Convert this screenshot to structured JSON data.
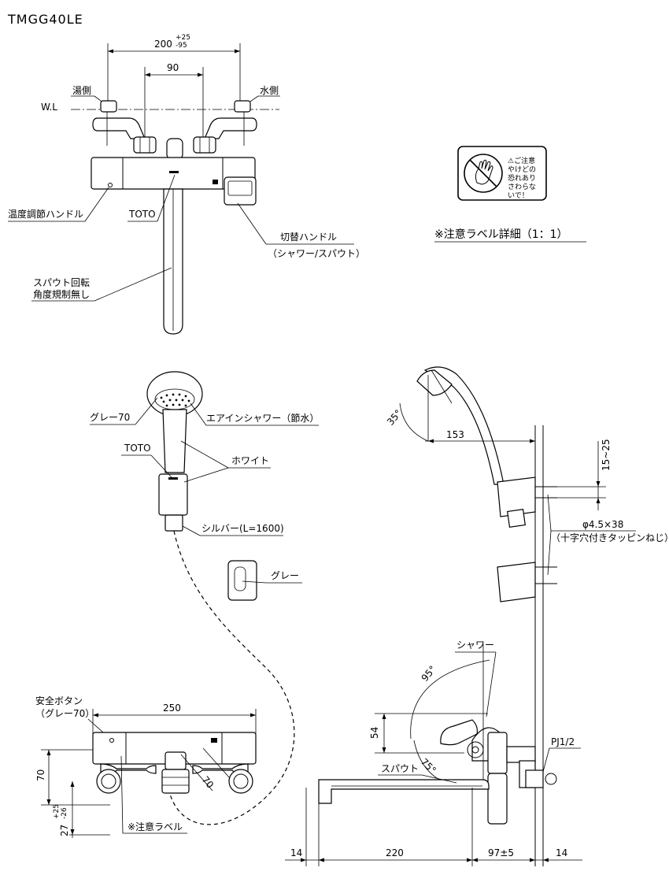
{
  "model": "TMGG40LE",
  "top_view": {
    "dim_200": "200",
    "dim_200_tol_upper": "+25",
    "dim_200_tol_lower": "-95",
    "dim_90": "90",
    "wl": "W.L",
    "hot_side": "湯側",
    "cold_side": "水側",
    "temp_handle": "温度調節ハンドル",
    "brand": "TOTO",
    "switch_handle": "切替ハンドル",
    "switch_handle_sub": "（シャワー/スパウト）",
    "spout_rotation_1": "スパウト回転",
    "spout_rotation_2": "角度規制無し"
  },
  "caution_label": {
    "title": "※注意ラベル詳細（1：1）",
    "warn_1": "⚠ご注意",
    "warn_2": "やけどの",
    "warn_3": "恐れあり",
    "warn_4": "さわらな",
    "warn_5": "いで！"
  },
  "shower_view": {
    "gray70": "グレー70",
    "air_in": "エアインシャワー（節水）",
    "brand": "TOTO",
    "white": "ホワイト",
    "silver": "シルバー(L=1600)",
    "gray": "グレー"
  },
  "side_view": {
    "angle_35": "35°",
    "dim_153": "153",
    "dim_15_25": "15~25",
    "screw_1": "φ4.5×38",
    "screw_2": "（十字穴付きタッピンねじ）",
    "shower": "シャワー",
    "angle_95": "95°",
    "dim_54": "54",
    "angle_75": "75°",
    "spout": "スパウト",
    "pj": "PJ1/2"
  },
  "front_view": {
    "safety_button_1": "安全ボタン",
    "safety_button_2": "（グレー70）",
    "dim_250": "250",
    "dim_70_v": "70",
    "dim_70_d": "70",
    "dim_27": "27",
    "dim_27_tol_upper": "+25",
    "dim_27_tol_lower": "-26",
    "caution_label_ref": "※注意ラベル"
  },
  "bottom_dims": {
    "d14_left": "14",
    "d220": "220",
    "d97": "97±5",
    "d14_right": "14"
  }
}
